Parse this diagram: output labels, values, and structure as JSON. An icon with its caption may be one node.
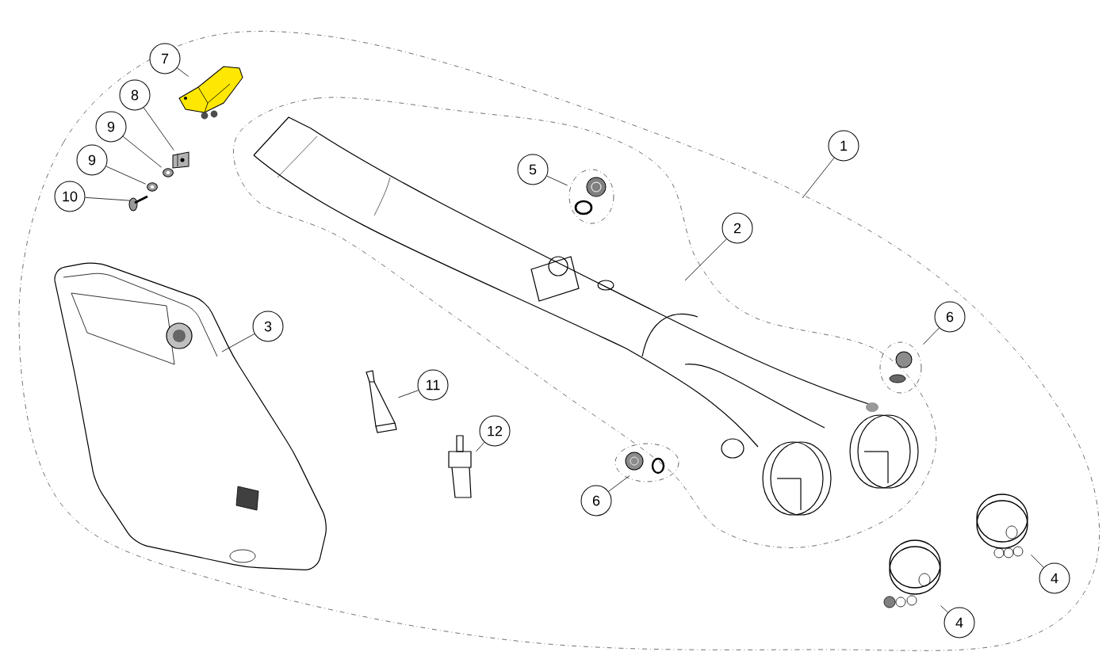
{
  "diagram": {
    "nodes": [
      {
        "text": [
          "7"
        ]
      },
      {
        "text": [
          "8"
        ]
      },
      {
        "text": [
          "9"
        ]
      },
      {
        "text": [
          "9"
        ]
      },
      {
        "text": [
          "10"
        ]
      },
      {
        "text": [
          "5"
        ]
      },
      {
        "text": [
          "1"
        ]
      },
      {
        "text": [
          "2"
        ]
      },
      {
        "text": [
          "3"
        ]
      },
      {
        "text": [
          "6"
        ]
      },
      {
        "text": [
          "11"
        ]
      },
      {
        "text": [
          "12"
        ]
      },
      {
        "text": [
          "6"
        ]
      },
      {
        "text": [
          "4"
        ]
      },
      {
        "text": [
          "4"
        ]
      },
      {
        "text": [],
        "shape": "picture"
      },
      {
        "text": [],
        "shape": "picture"
      },
      {
        "text": [],
        "shape": "picture"
      },
      {
        "text": [],
        "shape": "picture"
      },
      {
        "text": [],
        "shape": "picture"
      },
      {
        "text": [],
        "shape": "picture"
      },
      {
        "text": [],
        "shape": "picture"
      },
      {
        "text": [],
        "shape": "picture"
      },
      {
        "text": [],
        "shape": "picture"
      },
      {
        "text": [],
        "shape": "picture"
      },
      {
        "text": [],
        "shape": "picture"
      },
      {
        "text": [],
        "shape": "picture"
      },
      {
        "text": [],
        "shape": "picture"
      }
    ],
    "edges": [
      {
        "from": 0,
        "to": 15,
        "arrow": "none"
      },
      {
        "from": 1,
        "to": 16,
        "arrow": "none"
      },
      {
        "from": 2,
        "to": 17,
        "arrow": "none"
      },
      {
        "from": 3,
        "to": 18,
        "arrow": "none"
      },
      {
        "from": 4,
        "to": 19,
        "arrow": "none"
      },
      {
        "from": 5,
        "to": 20,
        "arrow": "none"
      },
      {
        "from": 6,
        "to": null,
        "arrow": "none"
      },
      {
        "from": 7,
        "to": null,
        "arrow": "none"
      },
      {
        "from": 8,
        "to": 21,
        "arrow": "none"
      },
      {
        "from": 9,
        "to": 22,
        "arrow": "none"
      },
      {
        "from": 10,
        "to": 23,
        "arrow": "none"
      },
      {
        "from": 11,
        "to": 24,
        "arrow": "none"
      },
      {
        "from": 12,
        "to": 25,
        "arrow": "none"
      },
      {
        "from": 13,
        "to": 26,
        "arrow": "none"
      },
      {
        "from": 14,
        "to": 27,
        "arrow": "none"
      }
    ]
  }
}
